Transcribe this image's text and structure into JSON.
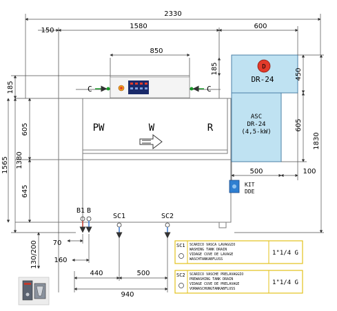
{
  "dims": {
    "overall_width": "2330",
    "left_offset": "150",
    "body_width": "1580",
    "module_width": "600",
    "panel_width": "850",
    "panel_height": "185",
    "module_height_top": "450",
    "module_height_mid": "605",
    "total_height": "1830",
    "right_500": "500",
    "right_100": "100",
    "left_185": "185",
    "left_605": "605",
    "left_645": "645",
    "left_1380": "1380",
    "left_1565": "1565",
    "left_130_200": "130/200",
    "bottom_70": "70",
    "bottom_160": "160",
    "bottom_440": "440",
    "bottom_500": "500",
    "bottom_940": "940"
  },
  "labels": {
    "zone_pw": "PW",
    "zone_w": "W",
    "zone_r": "R",
    "conn_c_left": "C",
    "conn_c_right": "C",
    "module_dr24": "DR-24",
    "module_d": "D",
    "asc_line1": "ASC",
    "asc_line2": "DR-24",
    "asc_line3": "(4,5-kW)",
    "kit_line1": "KIT",
    "kit_line2": "DDE",
    "b1": "B1",
    "b": "B",
    "sc1": "SC1",
    "sc2": "SC2"
  },
  "legend": [
    {
      "code": "SC1",
      "lines": [
        "SCARICO VASCA LAVAGGIO",
        "WASHING TANK DRAIN",
        "VIDAGE CUVE DE LAVAGE",
        "WASCHTANKABFLUSS"
      ],
      "size": "1\"1/4 G"
    },
    {
      "code": "SC2",
      "lines": [
        "SCARICO VASCHE PRELAVAGGIO",
        "PREWASHING TANK DRAIN",
        "VIDAGE CUVE DE PRELAVAGE",
        "VORWASCHUNGTANKABFLUSS"
      ],
      "size": "1\"1/4 G"
    }
  ],
  "colors": {
    "line": "#7a7a7a",
    "dim_line": "#4d4d4d",
    "module_fill": "#bfe2f2",
    "module_stroke": "#4a7fa6",
    "indicator_red": "#e23a2a",
    "arrow_green": "#1a9a2a",
    "legend_border": "#e3c21a",
    "kit_blue": "#2f7fd1",
    "kit_text": "#c0392b",
    "display_blue": "#1a2a6a",
    "drain_blue": "#3a78d0"
  }
}
